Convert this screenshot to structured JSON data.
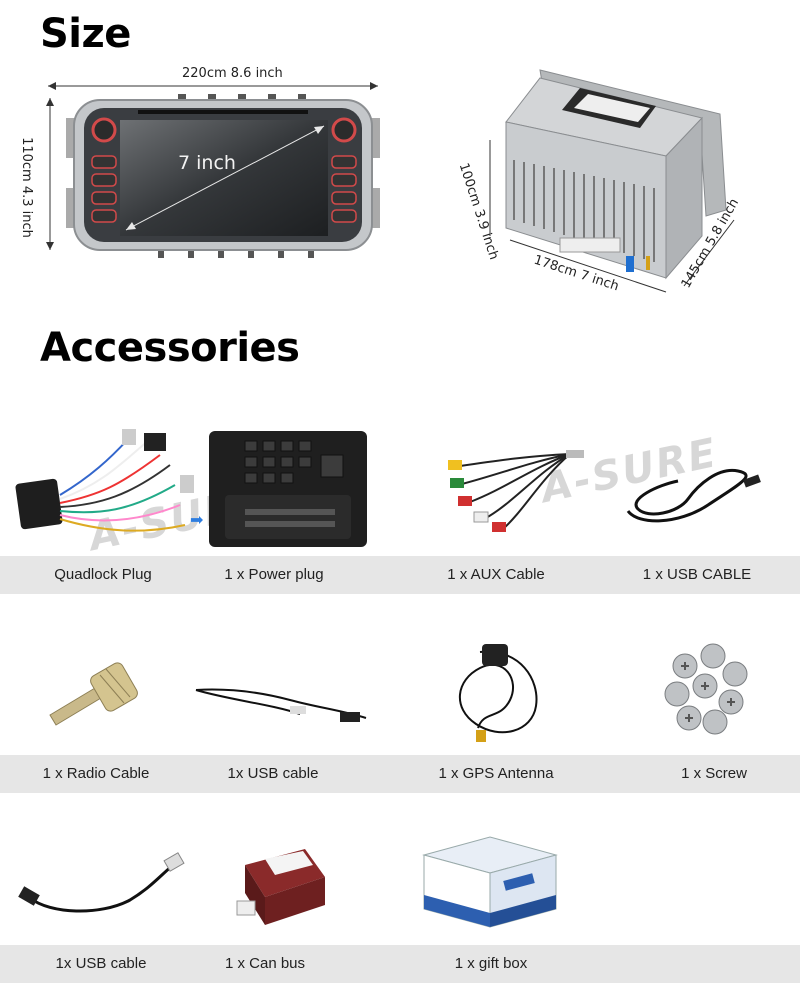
{
  "size_section": {
    "title": "Size",
    "front_width": "220cm 8.6 inch",
    "front_height": "110cm 4.3 inch",
    "screen_diag": "7 inch",
    "back_height": "100cm 3.9 inch",
    "back_width": "178cm 7 inch",
    "back_depth": "145cm 5.8 inch"
  },
  "accessories_section": {
    "title": "Accessories",
    "watermark": "A-SURE",
    "rows": [
      {
        "items": [
          {
            "label": "Quadlock Plug"
          },
          {
            "label": "1 x Power plug"
          },
          {
            "label": "1 x AUX Cable"
          },
          {
            "label": "1 x USB CABLE"
          }
        ]
      },
      {
        "items": [
          {
            "label": "1 x Radio Cable"
          },
          {
            "label": "1x USB cable"
          },
          {
            "label": "1 x GPS Antenna"
          },
          {
            "label": "1 x Screw"
          }
        ]
      },
      {
        "items": [
          {
            "label": "1x USB cable"
          },
          {
            "label": "1 x Can bus"
          },
          {
            "label": "1 x gift box"
          }
        ]
      }
    ]
  },
  "colors": {
    "band": "#e6e6e6",
    "unit_silver": "#c4c7ca",
    "screen_dark": "#2a2d30",
    "button_red": "#d24a4a"
  }
}
